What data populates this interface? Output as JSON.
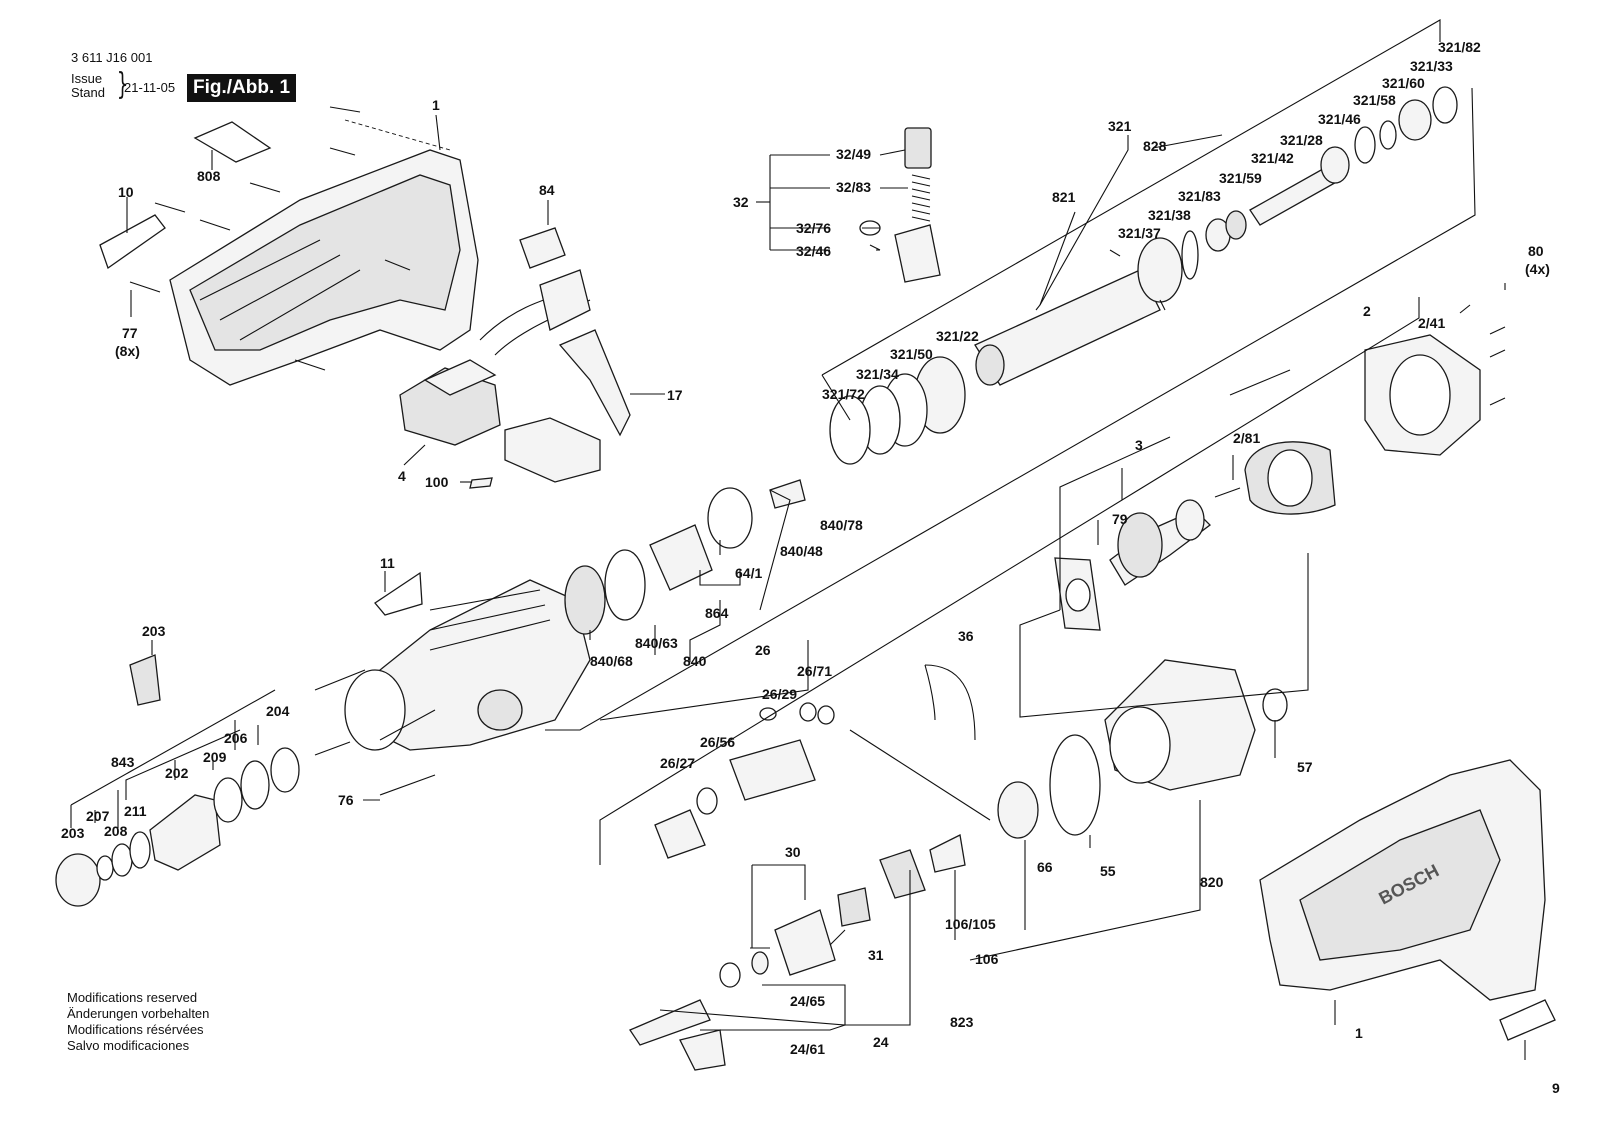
{
  "header": {
    "doc_number": "3 611 J16 001",
    "issue_label_en": "Issue",
    "issue_label_de": "Stand",
    "issue_date": "21-11-05",
    "figure_label": "Fig./Abb. 1"
  },
  "notes": [
    "Modifications reserved",
    "Änderungen vorbehalten",
    "Modifications résérvées",
    "Salvo modificaciones"
  ],
  "brand": "BOSCH",
  "callouts": [
    {
      "id": "c-1-top",
      "label": "1"
    },
    {
      "id": "c-808",
      "label": "808"
    },
    {
      "id": "c-10",
      "label": "10"
    },
    {
      "id": "c-77",
      "label": "77"
    },
    {
      "id": "c-8x",
      "label": "(8x)"
    },
    {
      "id": "c-84",
      "label": "84"
    },
    {
      "id": "c-17",
      "label": "17"
    },
    {
      "id": "c-4",
      "label": "4"
    },
    {
      "id": "c-100",
      "label": "100"
    },
    {
      "id": "c-32",
      "label": "32"
    },
    {
      "id": "c-32-49",
      "label": "32/49"
    },
    {
      "id": "c-32-83",
      "label": "32/83"
    },
    {
      "id": "c-32-76",
      "label": "32/76"
    },
    {
      "id": "c-32-46",
      "label": "32/46"
    },
    {
      "id": "c-321-82",
      "label": "321/82"
    },
    {
      "id": "c-321-33",
      "label": "321/33"
    },
    {
      "id": "c-321-60",
      "label": "321/60"
    },
    {
      "id": "c-321-58",
      "label": "321/58"
    },
    {
      "id": "c-321-46",
      "label": "321/46"
    },
    {
      "id": "c-321-28",
      "label": "321/28"
    },
    {
      "id": "c-321-42",
      "label": "321/42"
    },
    {
      "id": "c-321-59",
      "label": "321/59"
    },
    {
      "id": "c-321",
      "label": "321"
    },
    {
      "id": "c-828",
      "label": "828"
    },
    {
      "id": "c-821",
      "label": "821"
    },
    {
      "id": "c-321-83",
      "label": "321/83"
    },
    {
      "id": "c-321-38",
      "label": "321/38"
    },
    {
      "id": "c-321-37",
      "label": "321/37"
    },
    {
      "id": "c-321-22",
      "label": "321/22"
    },
    {
      "id": "c-321-50",
      "label": "321/50"
    },
    {
      "id": "c-321-34",
      "label": "321/34"
    },
    {
      "id": "c-321-72",
      "label": "321/72"
    },
    {
      "id": "c-80",
      "label": "80"
    },
    {
      "id": "c-4x",
      "label": "(4x)"
    },
    {
      "id": "c-2",
      "label": "2"
    },
    {
      "id": "c-2-41",
      "label": "2/41"
    },
    {
      "id": "c-2-81",
      "label": "2/81"
    },
    {
      "id": "c-3",
      "label": "3"
    },
    {
      "id": "c-79",
      "label": "79"
    },
    {
      "id": "c-840-78",
      "label": "840/78"
    },
    {
      "id": "c-840-48",
      "label": "840/48"
    },
    {
      "id": "c-64-1",
      "label": "64/1"
    },
    {
      "id": "c-864",
      "label": "864"
    },
    {
      "id": "c-840-63",
      "label": "840/63"
    },
    {
      "id": "c-840-68",
      "label": "840/68"
    },
    {
      "id": "c-840",
      "label": "840"
    },
    {
      "id": "c-11",
      "label": "11"
    },
    {
      "id": "c-203-top",
      "label": "203"
    },
    {
      "id": "c-204",
      "label": "204"
    },
    {
      "id": "c-206",
      "label": "206"
    },
    {
      "id": "c-209",
      "label": "209"
    },
    {
      "id": "c-202",
      "label": "202"
    },
    {
      "id": "c-843",
      "label": "843"
    },
    {
      "id": "c-207",
      "label": "207"
    },
    {
      "id": "c-211",
      "label": "211"
    },
    {
      "id": "c-208",
      "label": "208"
    },
    {
      "id": "c-203-bottom",
      "label": "203"
    },
    {
      "id": "c-76",
      "label": "76"
    },
    {
      "id": "c-26",
      "label": "26"
    },
    {
      "id": "c-26-71",
      "label": "26/71"
    },
    {
      "id": "c-26-29",
      "label": "26/29"
    },
    {
      "id": "c-26-56",
      "label": "26/56"
    },
    {
      "id": "c-26-27",
      "label": "26/27"
    },
    {
      "id": "c-36",
      "label": "36"
    },
    {
      "id": "c-57",
      "label": "57"
    },
    {
      "id": "c-66",
      "label": "66"
    },
    {
      "id": "c-55",
      "label": "55"
    },
    {
      "id": "c-820",
      "label": "820"
    },
    {
      "id": "c-30",
      "label": "30"
    },
    {
      "id": "c-31",
      "label": "31"
    },
    {
      "id": "c-106-105",
      "label": "106/105"
    },
    {
      "id": "c-106",
      "label": "106"
    },
    {
      "id": "c-24-65",
      "label": "24/65"
    },
    {
      "id": "c-24",
      "label": "24"
    },
    {
      "id": "c-823",
      "label": "823"
    },
    {
      "id": "c-24-61",
      "label": "24/61"
    },
    {
      "id": "c-1-bottom",
      "label": "1"
    },
    {
      "id": "c-9",
      "label": "9"
    }
  ]
}
